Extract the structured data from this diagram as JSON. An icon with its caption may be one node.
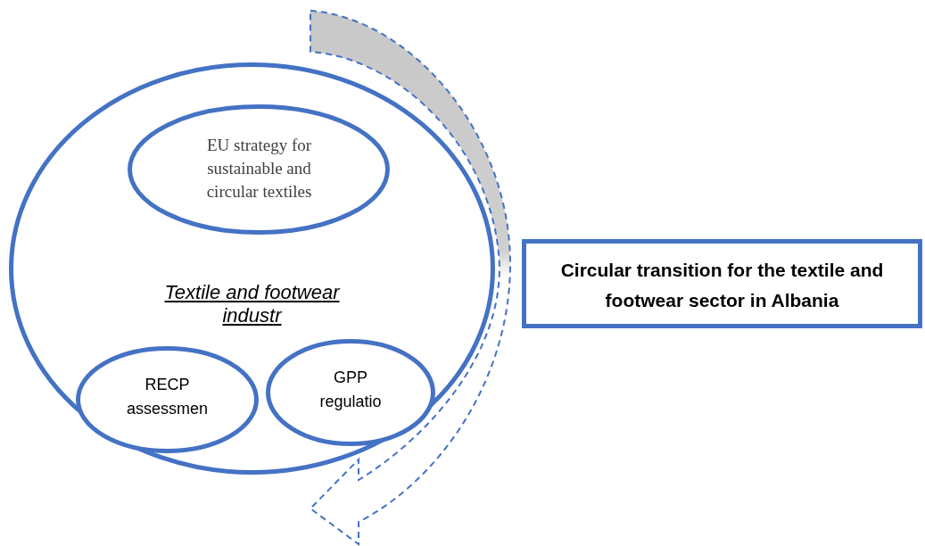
{
  "diagram": {
    "nodes": [
      {
        "text": [
          "Textile and footwear industr"
        ]
      },
      {
        "text": [
          "EU strategy for sustainable and circular textiles"
        ],
        "in": 0
      },
      {
        "text": [
          "RECP assessmen"
        ],
        "in": 0
      },
      {
        "text": [
          "GPP regulatio"
        ],
        "in": 0
      },
      {
        "text": [
          "Circular transition for the textile and footwear sector in Albania"
        ]
      }
    ]
  }
}
